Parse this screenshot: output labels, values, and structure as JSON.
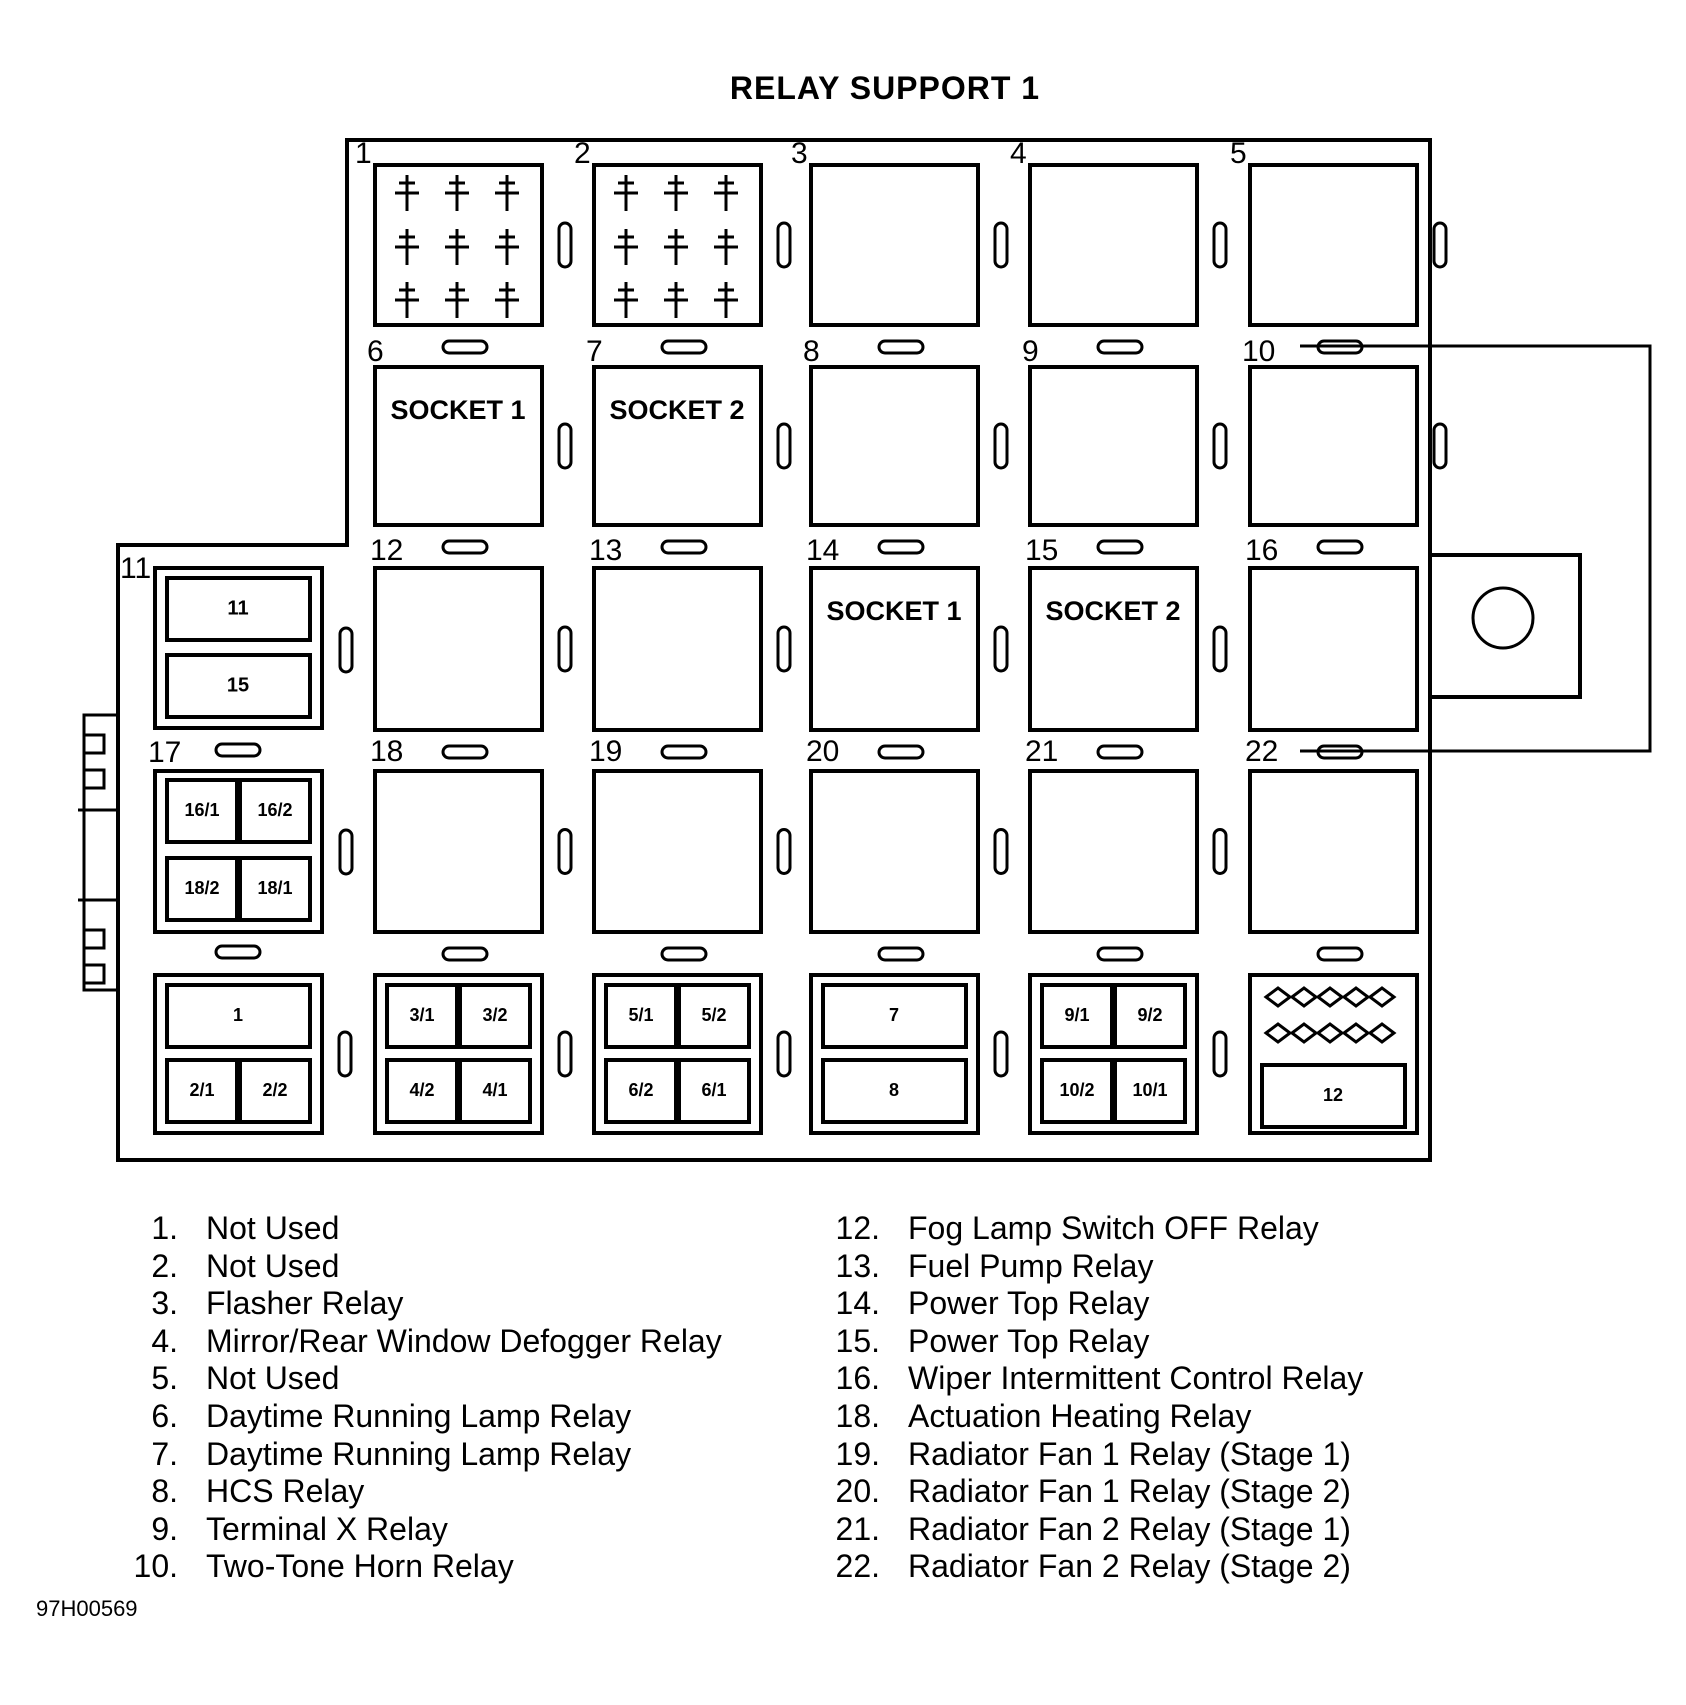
{
  "title": "RELAY SUPPORT 1",
  "figure_id": "97H00569",
  "positions": [
    "1",
    "2",
    "3",
    "4",
    "5",
    "6",
    "7",
    "8",
    "9",
    "10",
    "11",
    "12",
    "13",
    "14",
    "15",
    "16",
    "17",
    "18",
    "19",
    "20",
    "21",
    "22"
  ],
  "socket_labels": {
    "p6": "SOCKET 1",
    "p7": "SOCKET 2",
    "p14": "SOCKET 1",
    "p15": "SOCKET 2"
  },
  "fuse_labels": {
    "p11": [
      "11",
      "15"
    ],
    "p17": [
      "16/1",
      "16/2",
      "18/2",
      "18/1"
    ],
    "b1": [
      "1",
      "2/1",
      "2/2"
    ],
    "b2": [
      "3/1",
      "3/2",
      "4/2",
      "4/1"
    ],
    "b3": [
      "5/1",
      "5/2",
      "6/2",
      "6/1"
    ],
    "b4": [
      "7",
      "8"
    ],
    "b5": [
      "9/1",
      "9/2",
      "10/2",
      "10/1"
    ],
    "b6": [
      "12"
    ]
  },
  "legend": [
    {
      "num": "1.",
      "text": "Not Used"
    },
    {
      "num": "2.",
      "text": "Not Used"
    },
    {
      "num": "3.",
      "text": "Flasher Relay"
    },
    {
      "num": "4.",
      "text": "Mirror/Rear Window Defogger Relay"
    },
    {
      "num": "5.",
      "text": "Not Used"
    },
    {
      "num": "6.",
      "text": "Daytime Running Lamp Relay"
    },
    {
      "num": "7.",
      "text": "Daytime Running Lamp Relay"
    },
    {
      "num": "8.",
      "text": "HCS Relay"
    },
    {
      "num": "9.",
      "text": "Terminal X Relay"
    },
    {
      "num": "10.",
      "text": "Two-Tone Horn Relay"
    },
    {
      "num": "12.",
      "text": "Fog Lamp Switch OFF Relay"
    },
    {
      "num": "13.",
      "text": "Fuel Pump Relay"
    },
    {
      "num": "14.",
      "text": "Power Top Relay"
    },
    {
      "num": "15.",
      "text": "Power Top Relay"
    },
    {
      "num": "16.",
      "text": "Wiper Intermittent Control Relay"
    },
    {
      "num": "18.",
      "text": "Actuation Heating Relay"
    },
    {
      "num": "19.",
      "text": "Radiator Fan 1 Relay (Stage 1)"
    },
    {
      "num": "20.",
      "text": "Radiator Fan 1 Relay (Stage 2)"
    },
    {
      "num": "21.",
      "text": "Radiator Fan 2 Relay (Stage 1)"
    },
    {
      "num": "22.",
      "text": "Radiator Fan 2 Relay (Stage 2)"
    }
  ]
}
